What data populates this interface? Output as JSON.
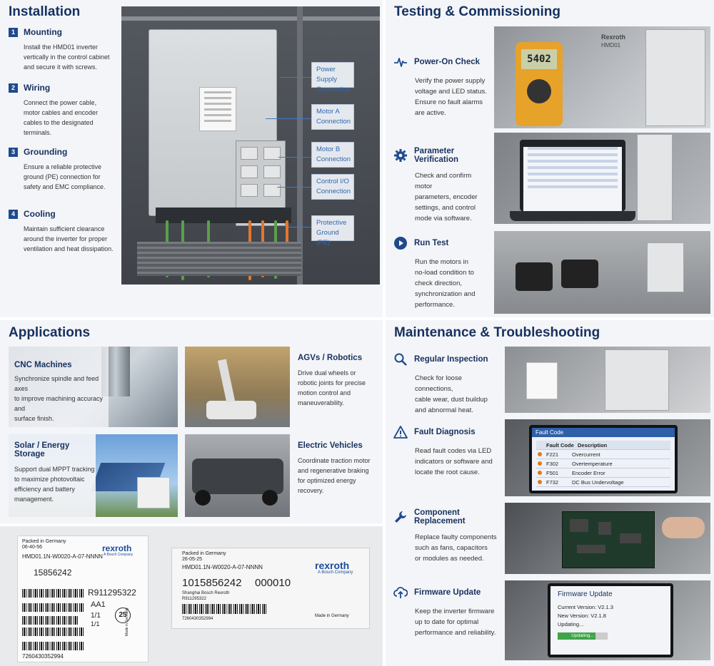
{
  "installation": {
    "title": "Installation",
    "steps": [
      {
        "num": "1",
        "title": "Mounting",
        "desc": "Install the HMD01 inverter\nvertically in the control cabinet\nand secure it with screws."
      },
      {
        "num": "2",
        "title": "Wiring",
        "desc": "Connect the power cable,\nmotor cables and encoder\ncables to the designated\nterminals."
      },
      {
        "num": "3",
        "title": "Grounding",
        "desc": "Ensure a reliable protective\nground (PE) connection for\nsafety and EMC compliance."
      },
      {
        "num": "4",
        "title": "Cooling",
        "desc": "Maintain sufficient clearance\naround the inverter for proper\nventilation and heat dissipation."
      }
    ],
    "callouts": [
      "Power Supply\nConnection",
      "Motor A\nConnection",
      "Motor B\nConnection",
      "Control I/O\nConnection",
      "Protective\nGround (PE)"
    ]
  },
  "testing": {
    "title": "Testing & Commissioning",
    "items": [
      {
        "icon": "pulse-icon",
        "title": "Power-On Check",
        "desc": "Verify the power supply\nvoltage and LED status.\nEnsure no fault alarms\nare active."
      },
      {
        "icon": "gear-icon",
        "title": "Parameter Verification",
        "desc": "Check and confirm motor\nparameters, encoder\nsettings, and control\nmode via software."
      },
      {
        "icon": "play-icon",
        "title": "Run Test",
        "desc": "Run the motors in\nno-load condition to\ncheck direction,\nsynchronization and\nperformance."
      }
    ],
    "multimeter_reading": "5402",
    "unit_brand": "Rexroth",
    "unit_model": "HMD01"
  },
  "applications": {
    "title": "Applications",
    "items": [
      {
        "title": "CNC Machines",
        "desc": "Synchronize spindle and feed axes\nto improve machining accuracy and\nsurface finish."
      },
      {
        "title": "AGVs / Robotics",
        "desc": "Drive dual wheels or\nrobotic joints for precise\nmotion control and\nmaneuverability."
      },
      {
        "title": "Solar / Energy Storage",
        "desc": "Support dual MPPT tracking\nto maximize photovoltaic\nefficiency and battery\nmanagement."
      },
      {
        "title": "Electric Vehicles",
        "desc": "Coordinate traction motor\nand regenerative braking\nfor optimized energy\nrecovery."
      }
    ]
  },
  "labels": {
    "left": {
      "packed": "Packed in Germany",
      "date": "06-40-56",
      "brand": "rexroth",
      "brand_sub": "A Bosch Company",
      "type": "HMD01.1N-W0020-A-07-NNNN",
      "serial": "15856242",
      "part": "R911295322",
      "rev": "AA1",
      "qty": "1/1",
      "qty2": "1/1",
      "circle": "25",
      "code": "7260430352994",
      "made": "Made in Germany"
    },
    "right": {
      "packed": "Packed in Germany",
      "date": "26-05-25",
      "type": "HMD01.1N-W0020-A-07-NNNN",
      "brand": "rexroth",
      "brand_sub": "A Bosch Company",
      "serial": "1015856242",
      "qty": "000010",
      "supplier": "Shanghai Bosch Rexroth",
      "part": "R911295322",
      "code": "7260430352994",
      "made": "Made in Germany"
    }
  },
  "maintenance": {
    "title": "Maintenance & Troubleshooting",
    "items": [
      {
        "icon": "search-icon",
        "title": "Regular Inspection",
        "desc": "Check for loose connections,\ncable wear, dust buildup\nand abnormal heat."
      },
      {
        "icon": "warning-icon",
        "title": "Fault Diagnosis",
        "desc": "Read fault codes via LED\nindicators or software and\nlocate the root cause."
      },
      {
        "icon": "wrench-icon",
        "title": "Component Replacement",
        "desc": "Replace faulty components\nsuch as fans, capacitors\nor modules as needed."
      },
      {
        "icon": "cloud-upload-icon",
        "title": "Firmware Update",
        "desc": "Keep the inverter firmware\nup to date for optimal\nperformance and reliability."
      }
    ],
    "fault_screen": {
      "title": "Fault Code",
      "col_code": "Fault Code",
      "col_desc": "Description",
      "rows": [
        {
          "code": "F221",
          "desc": "Overcurrent"
        },
        {
          "code": "F302",
          "desc": "Overtemperature"
        },
        {
          "code": "F501",
          "desc": "Encoder Error"
        },
        {
          "code": "F732",
          "desc": "DC Bus Undervoltage"
        }
      ]
    },
    "firmware_screen": {
      "title": "Firmware Update",
      "current_label": "Current Version:",
      "current": "V2.1.3",
      "new_label": "New Version:",
      "new": "V2.1.8",
      "status": "Updating...",
      "button": "Updating...",
      "progress": 0.75
    }
  },
  "colors": {
    "accent": "#16315f",
    "callout_text": "#2f67b0",
    "step_badge": "#1f4a8c"
  }
}
